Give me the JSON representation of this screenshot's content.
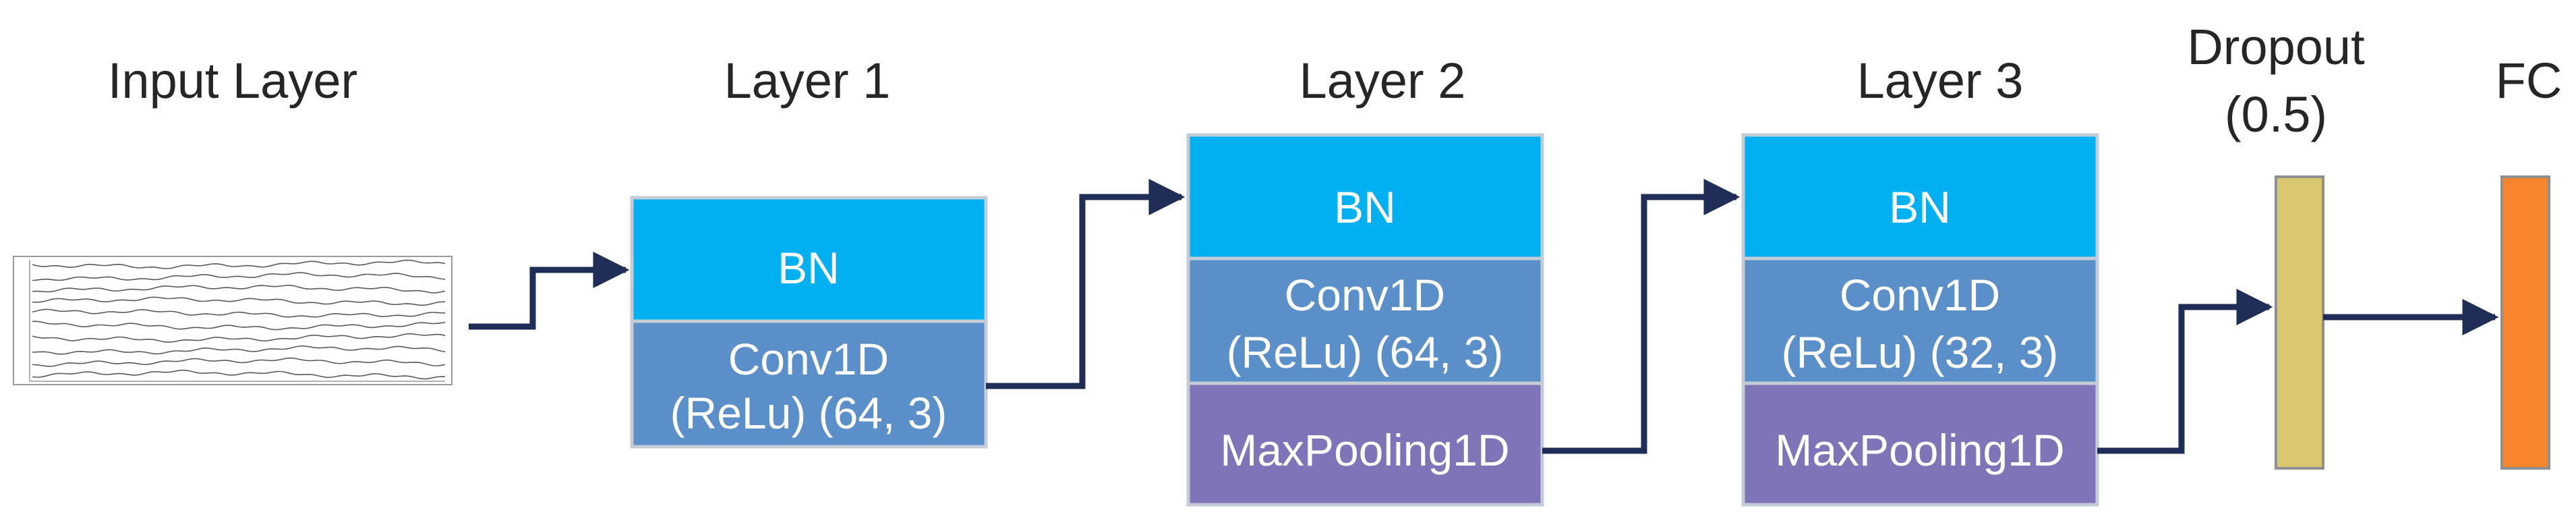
{
  "labels": {
    "input": "Input Layer",
    "layer1": "Layer 1",
    "layer2": "Layer 2",
    "layer3": "Layer 3",
    "dropout": "Dropout",
    "dropout_rate": "(0.5)",
    "fc": "FC"
  },
  "blocks": {
    "bn": "BN",
    "conv1_line1": "Conv1D",
    "conv1_line2": "(ReLu) (64, 3)",
    "conv2_line1": "Conv1D",
    "conv2_line2": "(ReLu) (64, 3)",
    "conv3_line1": "Conv1D",
    "conv3_line2": "(ReLu) (32, 3)",
    "maxpool": "MaxPooling1D"
  },
  "colors": {
    "bn": "#00b0f0",
    "conv": "#5b8fc9",
    "maxpool": "#8074b8",
    "dropout": "#d9c86f",
    "fc": "#f6852d",
    "arrow": "#1f2d57",
    "text": "#262626"
  },
  "icons": {
    "input_signal": "eeg-multichannel-signal-plot"
  }
}
